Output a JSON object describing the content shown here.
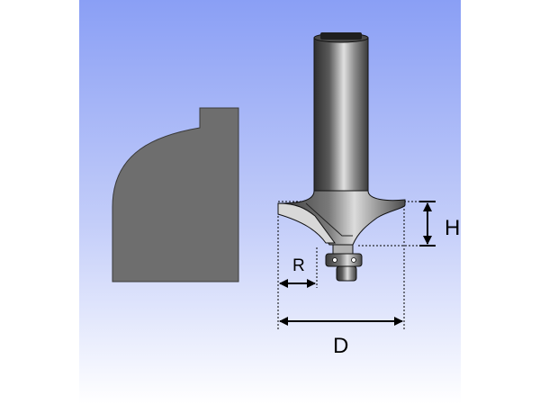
{
  "diagram": {
    "labels": {
      "height": "H",
      "radius": "R",
      "diameter": "D"
    },
    "colors": {
      "page_background": "#ffffff",
      "gradient_top": "#8a9ff5",
      "gradient_bottom": "#ffffff",
      "profile_fill": "#6e6e6e",
      "steel_dark": "#2f2f2f",
      "steel_light": "#e0e0e0",
      "outline": "#000000"
    },
    "parts": [
      "shank",
      "cutter-body",
      "bearing",
      "profile-shape"
    ]
  }
}
